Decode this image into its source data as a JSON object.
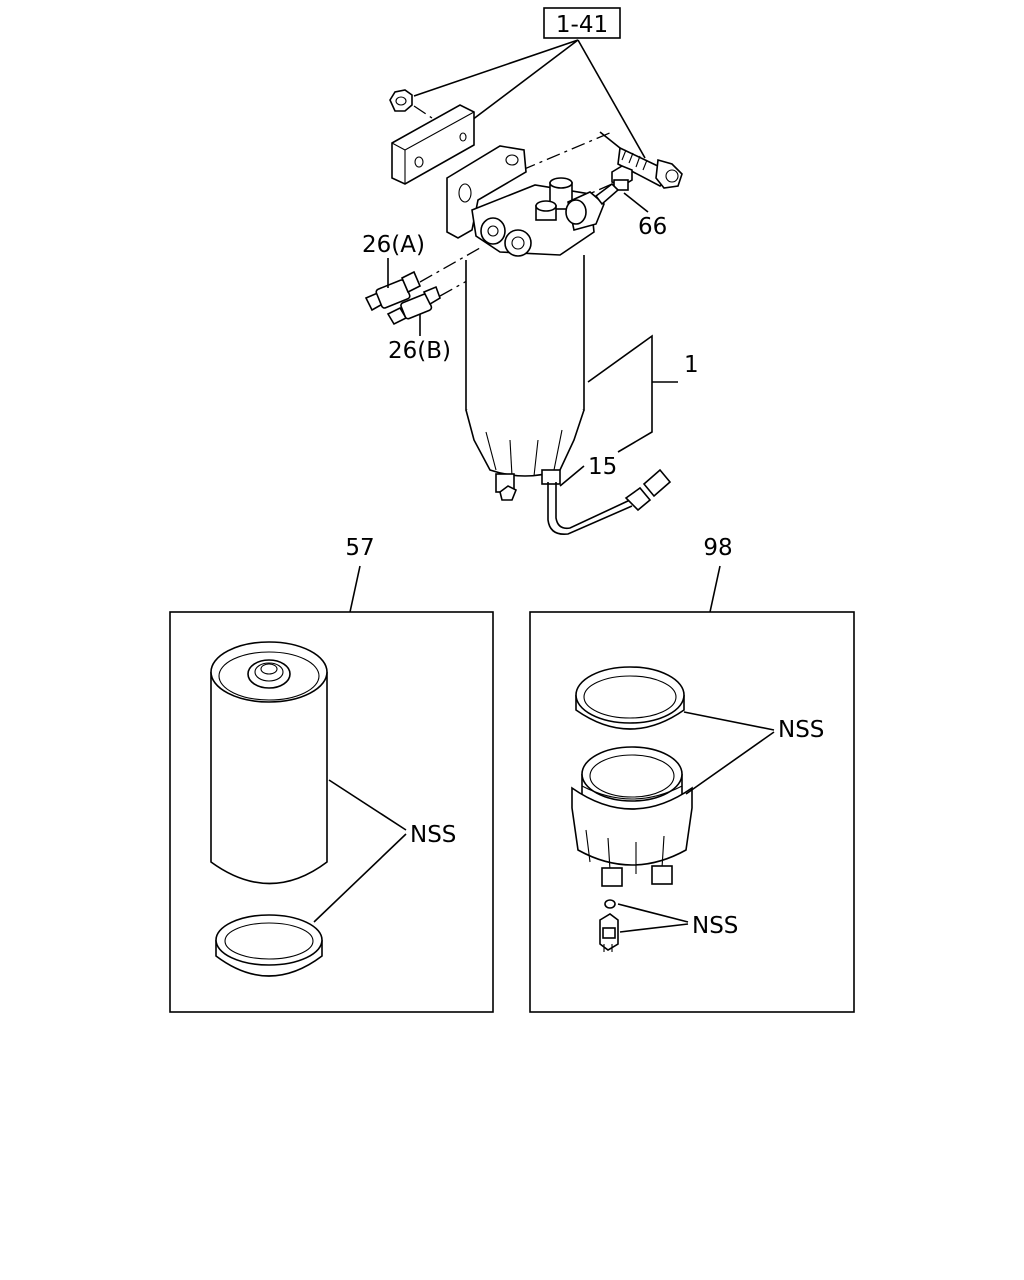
{
  "diagram": {
    "ref_box": "1-41",
    "labels": {
      "part_66": "66",
      "part_26a": "26(A)",
      "part_26b": "26(B)",
      "part_1": "1",
      "part_15": "15",
      "part_57": "57",
      "part_98": "98",
      "nss_57": "NSS",
      "nss_98_top": "NSS",
      "nss_98_bottom": "NSS"
    }
  }
}
